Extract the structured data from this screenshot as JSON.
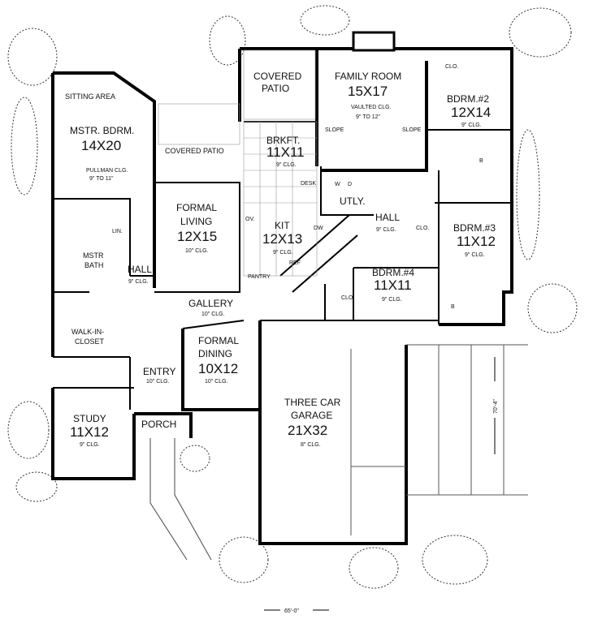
{
  "plan": {
    "rooms": {
      "covered_patio_top": {
        "name": "COVERED",
        "name2": "PATIO"
      },
      "family_room": {
        "name": "FAMILY ROOM",
        "size": "15X17",
        "ceiling": "VAULTED CLG.",
        "ceiling2": "9\" TO 12\""
      },
      "bdrm2": {
        "name": "BDRM.#2",
        "size": "12X14",
        "ceiling": "9\" CLG.",
        "closet": "CLO."
      },
      "sitting": {
        "name": "SITTING AREA"
      },
      "master": {
        "name": "MSTR. BDRM.",
        "size": "14X20",
        "ceiling": "PULLMAN CLG.",
        "ceiling2": "9\" TO 11\""
      },
      "covered_patio_mid": {
        "name": "COVERED PATIO"
      },
      "brkft": {
        "name": "BRKFT.",
        "size": "11X11",
        "ceiling": "9\" CLG."
      },
      "formal_living": {
        "name": "FORMAL",
        "name2": "LIVING",
        "size": "12X15",
        "ceiling": "10\" CLG."
      },
      "kit": {
        "name": "KIT",
        "size": "12X13",
        "ceiling": "9\" CLG."
      },
      "utly": {
        "name": "UTLY."
      },
      "hall_right": {
        "name": "HALL",
        "ceiling": "9\" CLG."
      },
      "bdrm3": {
        "name": "BDRM.#3",
        "size": "11X12",
        "ceiling": "9\" CLG.",
        "closet": "CLO."
      },
      "bdrm4": {
        "name": "BDRM.#4",
        "size": "11X11",
        "ceiling": "9\" CLG.",
        "closet": "CLO."
      },
      "mstr_bath": {
        "name": "MSTR",
        "name2": "BATH"
      },
      "hall_left": {
        "name": "HALL",
        "ceiling": "9\" CLG."
      },
      "gallery": {
        "name": "GALLERY",
        "ceiling": "10\" CLG."
      },
      "walk_in": {
        "name": "WALK-IN-",
        "name2": "CLOSET"
      },
      "entry": {
        "name": "ENTRY",
        "ceiling": "10\" CLG."
      },
      "formal_dining": {
        "name": "FORMAL",
        "name2": "DINING",
        "size": "10X12",
        "ceiling": "10\" CLG."
      },
      "garage": {
        "name": "THREE CAR",
        "name2": "GARAGE",
        "size": "21X32",
        "ceiling": "8\" CLG."
      },
      "study": {
        "name": "STUDY",
        "size": "11X12",
        "ceiling": "9\" CLG."
      },
      "porch": {
        "name": "PORCH"
      }
    },
    "fixtures": {
      "slope": "SLOPE",
      "desk": "DESK",
      "lin": "LIN.",
      "ov": "OV.",
      "dw": "DW",
      "pantry": "PANTRY",
      "ref": "REF",
      "w": "W",
      "d": "D",
      "b": "B"
    },
    "dimensions": {
      "width": "65'-0\"",
      "depth": "70'-4\""
    }
  }
}
